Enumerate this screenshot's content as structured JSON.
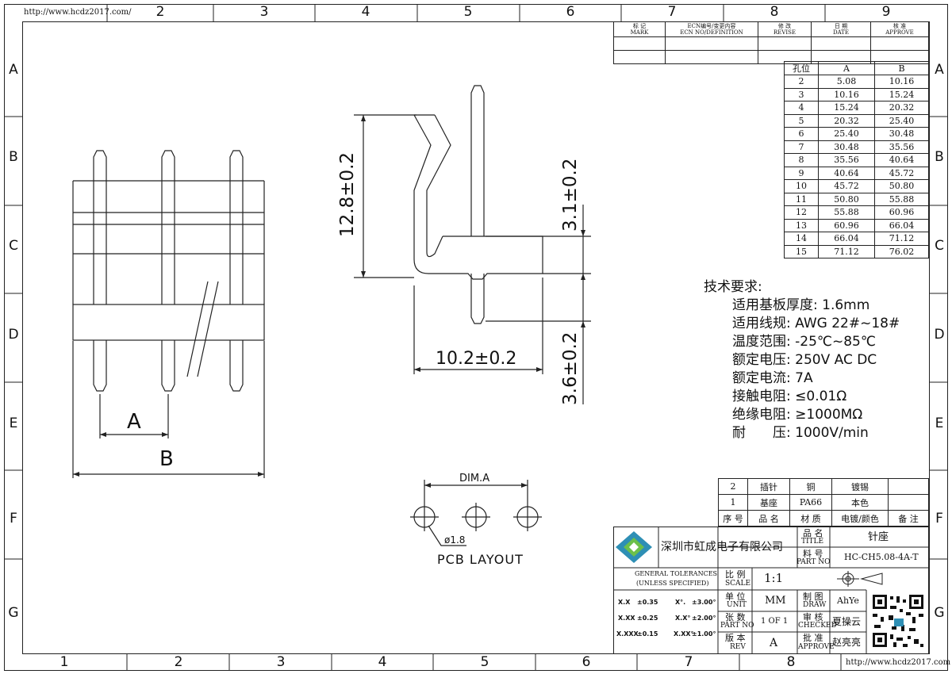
{
  "url_top": "http://www.hcdz2017.com/",
  "url_bottom": "http://www.hcdz2017.com",
  "zones": {
    "top_cols": [
      "2",
      "3",
      "4",
      "5",
      "6",
      "7",
      "8",
      "9"
    ],
    "bottom_cols": [
      "1",
      "2",
      "3",
      "4",
      "5",
      "6",
      "7",
      "8"
    ],
    "rows": [
      "A",
      "B",
      "C",
      "D",
      "E",
      "F",
      "G"
    ]
  },
  "revision_table": {
    "headers": [
      {
        "cn": "标 记",
        "en": "MARK"
      },
      {
        "cn": "ECN编号/变更内容",
        "en": "ECN NO/DEFINITION"
      },
      {
        "cn": "修 改",
        "en": "REVISE"
      },
      {
        "cn": "日 期",
        "en": "DATE"
      },
      {
        "cn": "核 准",
        "en": "APPROVE"
      }
    ]
  },
  "hole_table": {
    "headers": [
      "孔位",
      "A",
      "B"
    ],
    "rows": [
      [
        "2",
        "5.08",
        "10.16"
      ],
      [
        "3",
        "10.16",
        "15.24"
      ],
      [
        "4",
        "15.24",
        "20.32"
      ],
      [
        "5",
        "20.32",
        "25.40"
      ],
      [
        "6",
        "25.40",
        "30.48"
      ],
      [
        "7",
        "30.48",
        "35.56"
      ],
      [
        "8",
        "35.56",
        "40.64"
      ],
      [
        "9",
        "40.64",
        "45.72"
      ],
      [
        "10",
        "45.72",
        "50.80"
      ],
      [
        "11",
        "50.80",
        "55.88"
      ],
      [
        "12",
        "55.88",
        "60.96"
      ],
      [
        "13",
        "60.96",
        "66.04"
      ],
      [
        "14",
        "66.04",
        "71.12"
      ],
      [
        "15",
        "71.12",
        "76.02"
      ]
    ]
  },
  "dims": {
    "height": "12.8±0.2",
    "top_pin": "3.1±0.2",
    "bottom_pin": "3.6±0.2",
    "width": "10.2±0.2",
    "pitch": "A",
    "overall": "B",
    "dim_a": "DIM.A",
    "hole_dia": "ø1.8",
    "pcb_layout": "PCB LAYOUT"
  },
  "requirements": {
    "title": "技术要求:",
    "items": [
      "适用基板厚度: 1.6mm",
      "适用线规: AWG 22#~18#",
      "温度范围: -25℃~85℃",
      "额定电压: 250V AC DC",
      "额定电流: 7A",
      "接触电阻: ≤0.01Ω",
      "绝缘电阻: ≥1000MΩ",
      "耐　　压: 1000V/min"
    ]
  },
  "bom": {
    "rows": [
      [
        "2",
        "插针",
        "铜",
        "镀锡",
        ""
      ],
      [
        "1",
        "基座",
        "PA66",
        "本色",
        ""
      ]
    ],
    "header": [
      "序 号",
      "品 名",
      "材 质",
      "电镀/颜色",
      "备 注"
    ]
  },
  "title_block": {
    "company": "深圳市虹成电子有限公司",
    "title_label_cn": "品 名",
    "title_label_en": "TITLE",
    "title_value": "针座",
    "partno_label_cn": "料 号",
    "partno_label_en": "PART NO",
    "partno_value": "HC-CH5.08-4A-T",
    "tolerance_title_1": "GENERAL TOLERANCES",
    "tolerance_title_2": "(UNLESS SPECIFIED)",
    "tolerances": [
      [
        "X.X",
        "±0.35",
        "X°.",
        "±3.00°"
      ],
      [
        "X.XX",
        "±0.25",
        "X.X°",
        "±2.00°"
      ],
      [
        "X.XXX",
        "±0.15",
        "X.XX°",
        "±1.00°"
      ]
    ],
    "scale_cn": "比 例",
    "scale_en": "SCALE",
    "scale_value": "1:1",
    "unit_cn": "单 位",
    "unit_en": "UNIT",
    "unit_value": "MM",
    "sheet_cn": "张 数",
    "sheet_en": "PART NO",
    "sheet_value": "1 OF 1",
    "rev_cn": "版 本",
    "rev_en": "REV",
    "rev_value": "A",
    "draw_cn": "制 图",
    "draw_en": "DRAW",
    "draw_value": "AhYe",
    "check_cn": "审 核",
    "check_en": "CHECKED",
    "check_value": "夏操云",
    "approve_cn": "批 准",
    "approve_en": "APPROVE",
    "approve_value": "赵亮亮"
  }
}
